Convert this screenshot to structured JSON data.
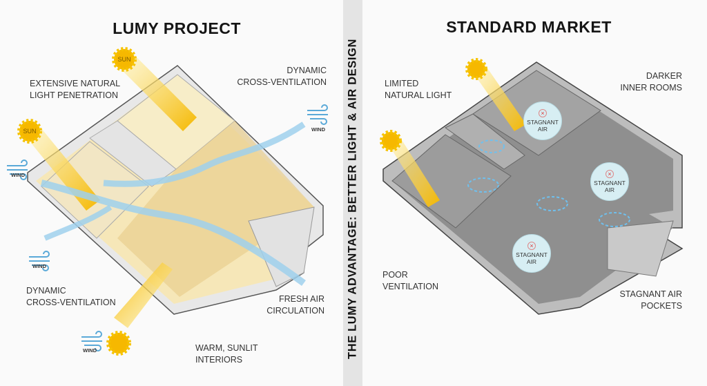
{
  "left_panel": {
    "title": "LUMY PROJECT",
    "labels": {
      "light": [
        "EXTENSIVE NATURAL",
        "LIGHT PENETRATION"
      ],
      "ventilation_top": [
        "DYNAMIC",
        "CROSS-VENTILATION"
      ],
      "ventilation_bottom": [
        "DYNAMIC",
        "CROSS-VENTILATION"
      ],
      "fresh_air": [
        "FRESH AIR",
        "CIRCULATION"
      ],
      "warm": [
        "WARM, SUNLIT",
        "INTERIORS"
      ]
    },
    "sun_label": "SUN",
    "wind_label": "WIND"
  },
  "divider": {
    "text": "THE LUMY ADVANTAGE: BETTER LIGHT & AIR DESIGN"
  },
  "right_panel": {
    "title": "STANDARD MARKET",
    "labels": {
      "light": [
        "LIMITED",
        "NATURAL LIGHT"
      ],
      "darker": [
        "DARKER",
        "INNER ROOMS"
      ],
      "poor": [
        "POOR",
        "VENTILATION"
      ],
      "pockets": [
        "STAGNANT AIR",
        "POCKETS"
      ]
    },
    "bubble": [
      "STAGNANT",
      "AIR"
    ],
    "bubble_icon": "x-icon"
  },
  "colors": {
    "sun": "#f6b800",
    "air": "#8cc8e8",
    "warm_floor": "#f3e2b0",
    "grey_floor": "#8f8f8f"
  }
}
